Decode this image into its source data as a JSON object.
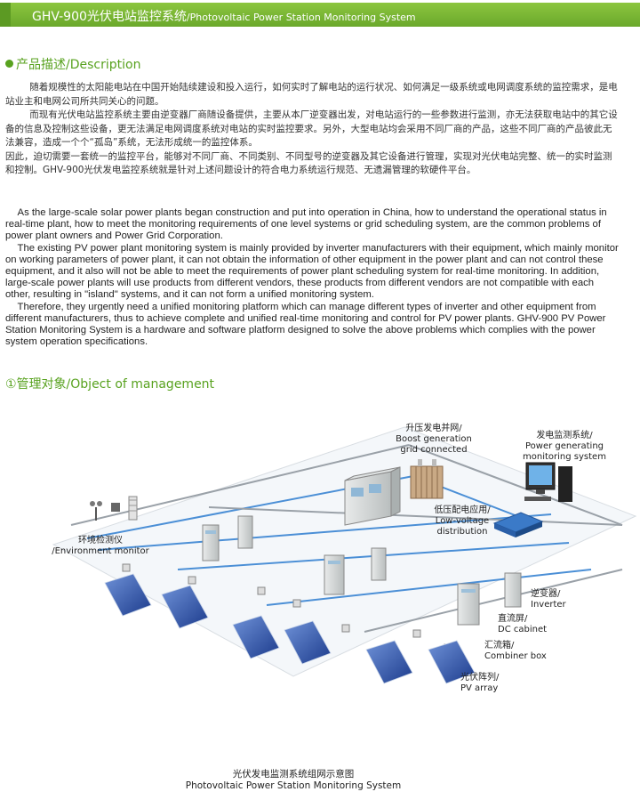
{
  "header": {
    "title_cn": "GHV-900光伏电站监控系统",
    "title_en": "/Photovoltaic Power Station Monitoring System",
    "accent": "#7ab933"
  },
  "description": {
    "heading": "产品描述/Description",
    "cn_paragraphs": [
      "随着规模性的太阳能电站在中国开始陆续建设和投入运行，如何实时了解电站的运行状况、如何满足一级系统或电网调度系统的监控需求，是电站业主和电网公司所共同关心的问题。",
      "而现有光伏电站监控系统主要由逆变器厂商随设备提供，主要从本厂逆变器出发，对电站运行的一些参数进行监测，亦无法获取电站中的其它设备的信息及控制这些设备，更无法满足电网调度系统对电站的实时监控要求。另外，大型电站均会采用不同厂商的产品，这些不同厂商的产品彼此无法兼容，造成一个个“孤岛”系统，无法形成统一的监控体系。",
      "因此，迫切需要一套统一的监控平台，能够对不同厂商、不同类别、不同型号的逆变器及其它设备进行管理，实现对光伏电站完整、统一的实时监测和控制。GHV-900光伏发电监控系统就是针对上述问题设计的符合电力系统运行规范、无遗漏管理的软硬件平台。"
    ],
    "en_paragraphs": [
      "As the large-scale solar power plants began construction and put into operation in China, how to understand the operational status in real-time plant, how to meet the monitoring requirements of one level systems or grid scheduling system, are the common problems of power plant owners and Power Grid Corporation.",
      "The existing PV power plant monitoring system is mainly provided by inverter manufacturers with their equipment, which mainly monitor on working parameters of power plant, it can not obtain the information of other equipment in the power plant and can not control these equipment, and it also will not be able to meet the requirements of power plant scheduling system for real-time monitoring. In addition, large-scale power plants will use products from different vendors, these products from different vendors are not compatible with each other, resulting in \"island\" systems, and it can not form a unified monitoring system.",
      "Therefore, they urgently need a unified monitoring platform which can manage different types of inverter and other equipment from different manufacturers, thus to achieve complete and unified real-time monitoring and control for PV power plants. GHV-900 PV Power Station Monitoring System is a hardware and software platform designed to solve the above problems which complies with the power system operation specifications."
    ]
  },
  "management": {
    "heading": "①管理对象/Object of management",
    "labels": {
      "boost_cn": "升压发电并网/",
      "boost_en1": "Boost generation",
      "boost_en2": "grid connected",
      "monitor_cn": "发电监测系统/",
      "monitor_en1": "Power generating",
      "monitor_en2": "monitoring system",
      "lowv_cn": "低压配电应用/",
      "lowv_en1": "Low-voltage",
      "lowv_en2": "distribution",
      "env_cn": "环境检测仪",
      "env_en": "/Environment monitor",
      "inverter_cn": "逆变器/",
      "inverter_en": "Inverter",
      "dc_cn": "直流屏/",
      "dc_en": "DC cabinet",
      "combiner_cn": "汇流箱/",
      "combiner_en": "Combiner box",
      "pv_cn": "光伏阵列/",
      "pv_en": "PV array"
    },
    "caption_cn": "光伏发电监测系统组网示意图",
    "caption_en": "Photovoltaic Power Station Monitoring System"
  }
}
